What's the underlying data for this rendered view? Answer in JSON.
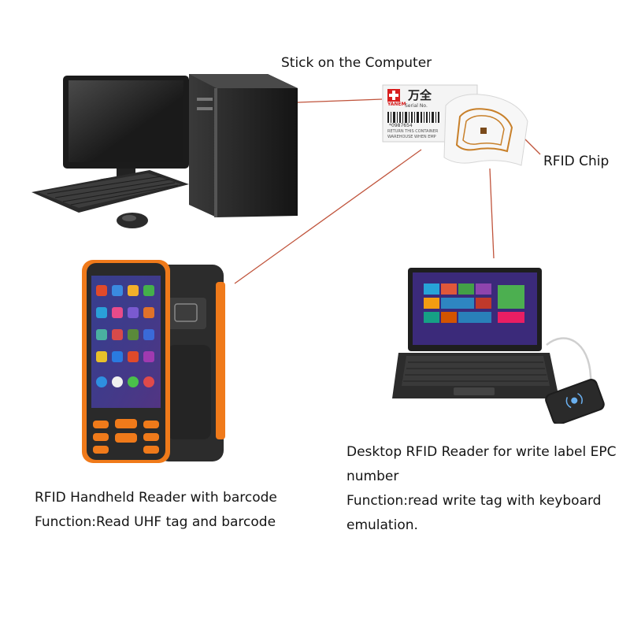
{
  "labels": {
    "stick": "Stick on the Computer",
    "chip": "RFID Chip",
    "handheld_title": "RFID Handheld Reader with barcode",
    "handheld_function": "Function:Read UHF tag and barcode",
    "desktop_title_1": "Desktop RFID Reader for write label EPC",
    "desktop_title_2": "number",
    "desktop_function_1": "Function:read write tag with keyboard",
    "desktop_function_2": "emulation."
  },
  "tag": {
    "brand_cn": "万全",
    "brand_en": "YANEM",
    "serial_label": "Serial No.",
    "serial_number": "*0987654",
    "fine_print_1": "RETURN THIS CONTAINER",
    "fine_print_2": "WAREHOUSE WHEN EMP"
  },
  "colors": {
    "connector": "#c0543c",
    "reader_orange": "#f07a1a",
    "tag_red": "#d81e1e"
  }
}
